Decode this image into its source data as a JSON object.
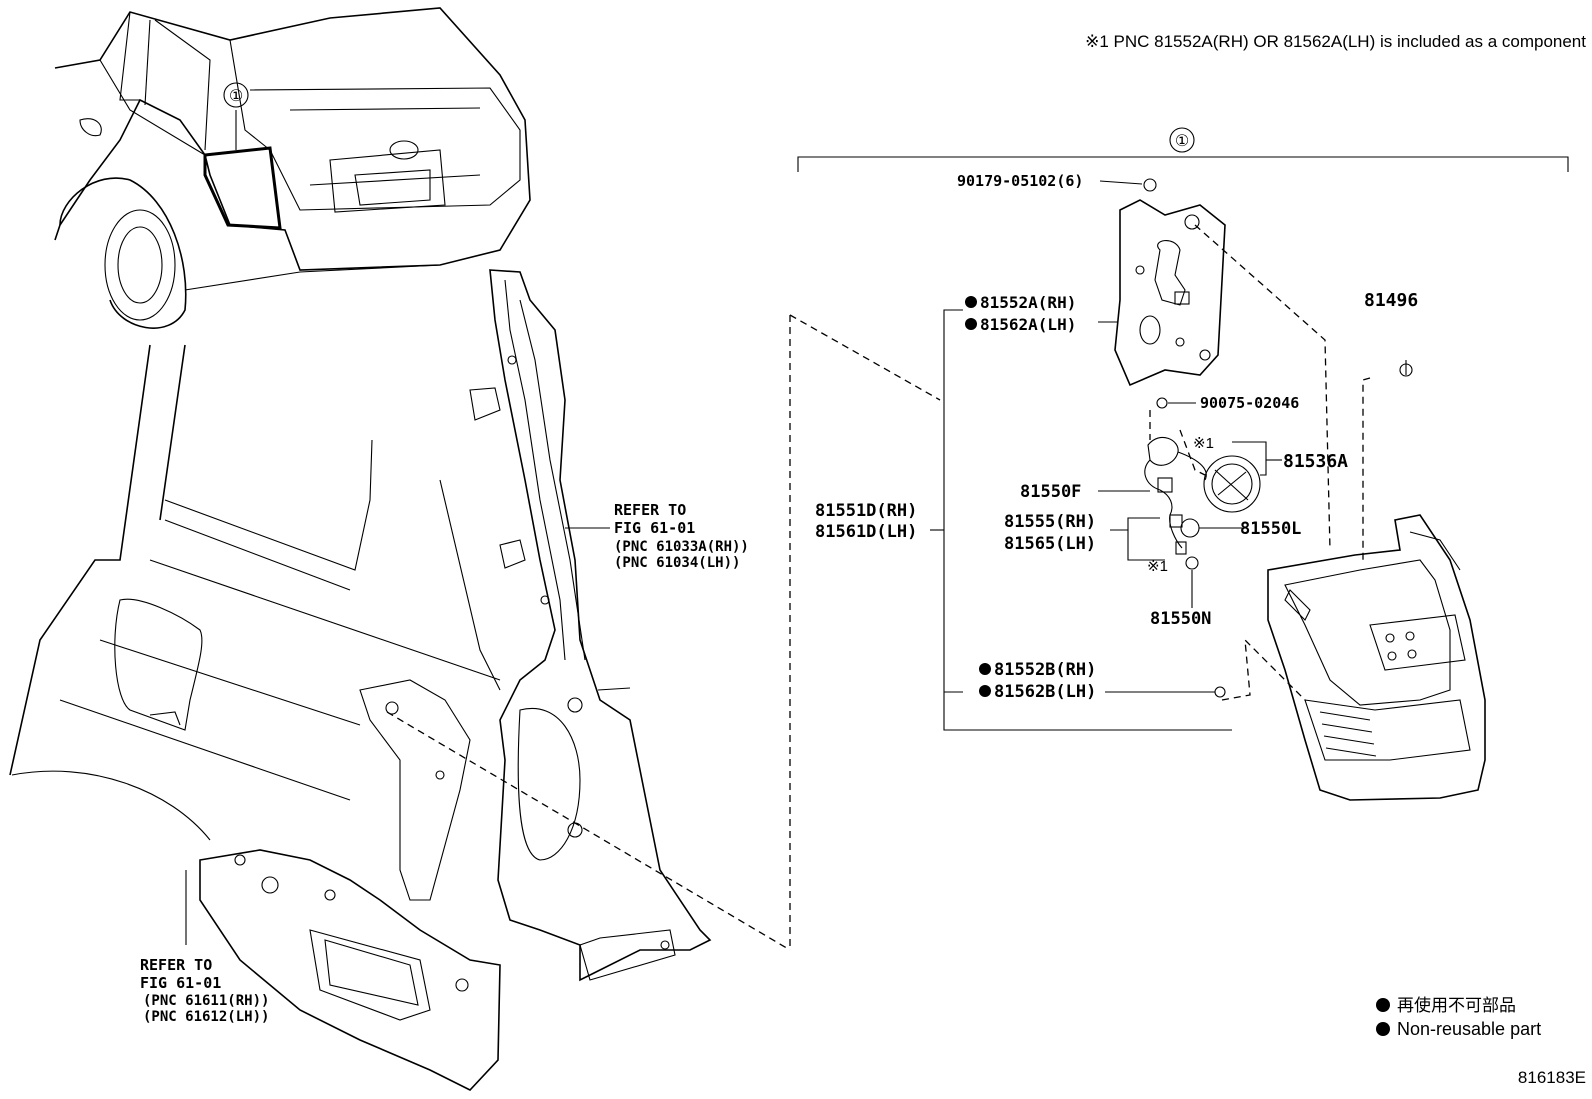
{
  "note": "※1 PNC 81552A(RH) OR 81562A(LH) is included as a component",
  "assembly_marker": "①",
  "vehicle_marker": "①",
  "parts": {
    "p90179": "90179-05102(6)",
    "p81552A": "81552A(RH)",
    "p81562A": "81562A(LH)",
    "p81496": "81496",
    "p90075": "90075-02046",
    "mark1a": "※1",
    "p81536A": "81536A",
    "p81550F": "81550F",
    "p81551D": "81551D(RH)",
    "p81561D": "81561D(LH)",
    "p81555": "81555(RH)",
    "p81565": "81565(LH)",
    "p81550L": "81550L",
    "mark1b": "※1",
    "p81550N": "81550N",
    "p81552B": "81552B(RH)",
    "p81562B": "81562B(LH)"
  },
  "refer_upper": {
    "line1": "REFER TO",
    "line2": "FIG 61-01",
    "line3": "(PNC 61033A(RH))",
    "line4": "(PNC 61034(LH))"
  },
  "refer_lower": {
    "line1": "REFER TO",
    "line2": "FIG 61-01",
    "line3": "(PNC 61611(RH))",
    "line4": "(PNC 61612(LH))"
  },
  "legend": {
    "japanese": "再使用不可部品",
    "english": "Non-reusable part"
  },
  "figure_code": "816183E"
}
